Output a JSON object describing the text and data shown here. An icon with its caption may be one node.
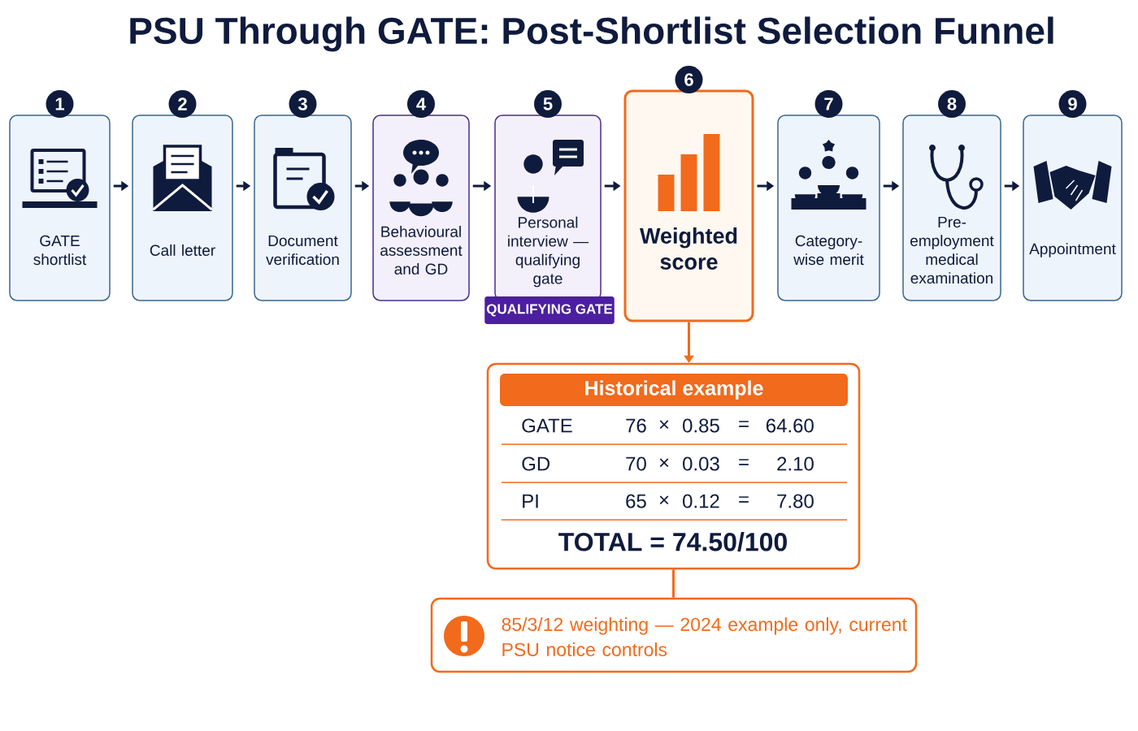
{
  "diagram": {
    "title": "PSU Through GATE: Post-Shortlist Selection Funnel",
    "nodes": [
      {
        "text": [
          "GATE shortlist"
        ],
        "beside": [
          "1"
        ]
      },
      {
        "text": [
          "Call letter"
        ],
        "beside": [
          "2"
        ]
      },
      {
        "text": [
          "Document verification"
        ],
        "beside": [
          "3"
        ]
      },
      {
        "text": [
          "Behavioural assessment and GD"
        ],
        "beside": [
          "4"
        ]
      },
      {
        "text": [
          "Personal interview — qualifying gate"
        ],
        "beside": [
          "5",
          "QUALIFYING GATE"
        ]
      },
      {
        "text": [
          "Weighted score"
        ],
        "beside": [
          "6"
        ]
      },
      {
        "text": [
          "Category-wise merit"
        ],
        "beside": [
          "7"
        ]
      },
      {
        "text": [
          "Pre-employment medical examination"
        ],
        "beside": [
          "8"
        ]
      },
      {
        "text": [
          "Appointment"
        ],
        "beside": [
          "9"
        ]
      },
      {
        "text": [
          "Historical example",
          "TOTAL = 74.50/100"
        ]
      },
      {
        "text": [
          "85/3/12 weighting — 2024 example only, current PSU notice controls"
        ]
      }
    ],
    "edges": [
      {
        "from": 0,
        "to": 1,
        "arrow": "to"
      },
      {
        "from": 1,
        "to": 2,
        "arrow": "to"
      },
      {
        "from": 2,
        "to": 3,
        "arrow": "to"
      },
      {
        "from": 3,
        "to": 4,
        "arrow": "to"
      },
      {
        "from": 4,
        "to": 5,
        "arrow": "to"
      },
      {
        "from": 5,
        "to": 6,
        "arrow": "to"
      },
      {
        "from": 6,
        "to": 7,
        "arrow": "to"
      },
      {
        "from": 7,
        "to": 8,
        "arrow": "to"
      },
      {
        "from": 5,
        "to": 9,
        "arrow": "to",
        "color": "#f26a1b"
      },
      {
        "from": 9,
        "to": 10,
        "arrow": "none",
        "color": "#f26a1b"
      }
    ],
    "labels": [
      "GATE",
      "76",
      "×",
      "0.85",
      "=",
      "64.60",
      "GD",
      "70",
      "×",
      "0.03",
      "=",
      "2.10",
      "PI",
      "65",
      "×",
      "0.12",
      "=",
      "7.80"
    ]
  }
}
